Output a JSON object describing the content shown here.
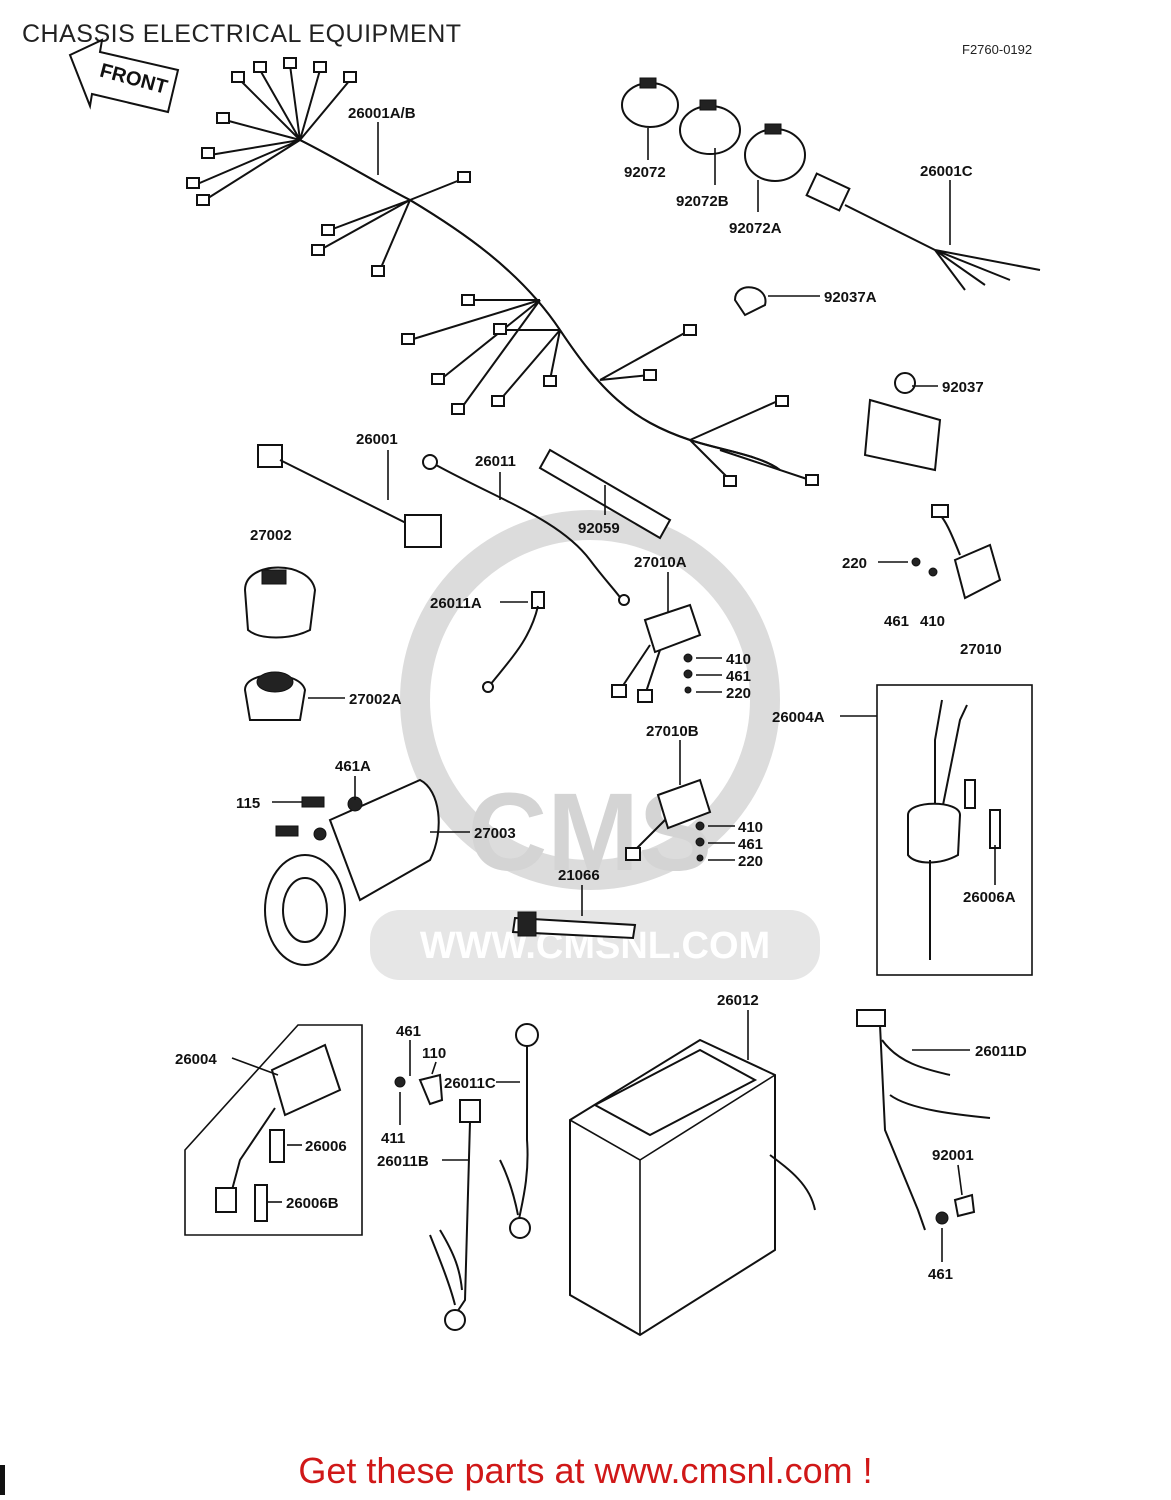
{
  "title": "CHASSIS ELECTRICAL EQUIPMENT",
  "figure_code": "F2760-0192",
  "front_label": "FRONT",
  "watermark_text": "WWW.CMSNL.COM",
  "watermark_logo": "CMS",
  "footer": "Get these parts at www.cmsnl.com !",
  "labels": {
    "l26001AB": "26001A/B",
    "l92072": "92072",
    "l92072B": "92072B",
    "l92072A": "92072A",
    "l26001C": "26001C",
    "l92037A": "92037A",
    "l92037": "92037",
    "l26001": "26001",
    "l26011": "26011",
    "l92059": "92059",
    "l27002": "27002",
    "l27010A": "27010A",
    "l220a": "220",
    "l461a": "461",
    "l410a": "410",
    "l27010": "27010",
    "l26011A": "26011A",
    "l410b": "410",
    "l461b": "461",
    "l220b": "220",
    "l27002A": "27002A",
    "l26004A": "26004A",
    "l27010B": "27010B",
    "l461A": "461A",
    "l115": "115",
    "l27003": "27003",
    "l410c": "410",
    "l461c": "461",
    "l220c": "220",
    "l21066": "21066",
    "l26006A": "26006A",
    "l26012": "26012",
    "l26004": "26004",
    "l461d": "461",
    "l110": "110",
    "l26011C": "26011C",
    "l26011D": "26011D",
    "l26006": "26006",
    "l411": "411",
    "l26011B": "26011B",
    "l26006B": "26006B",
    "l92001": "92001",
    "l461e": "461"
  },
  "colors": {
    "footer": "#d01818",
    "watermark": "#d4d4d4",
    "ink": "#111111"
  }
}
